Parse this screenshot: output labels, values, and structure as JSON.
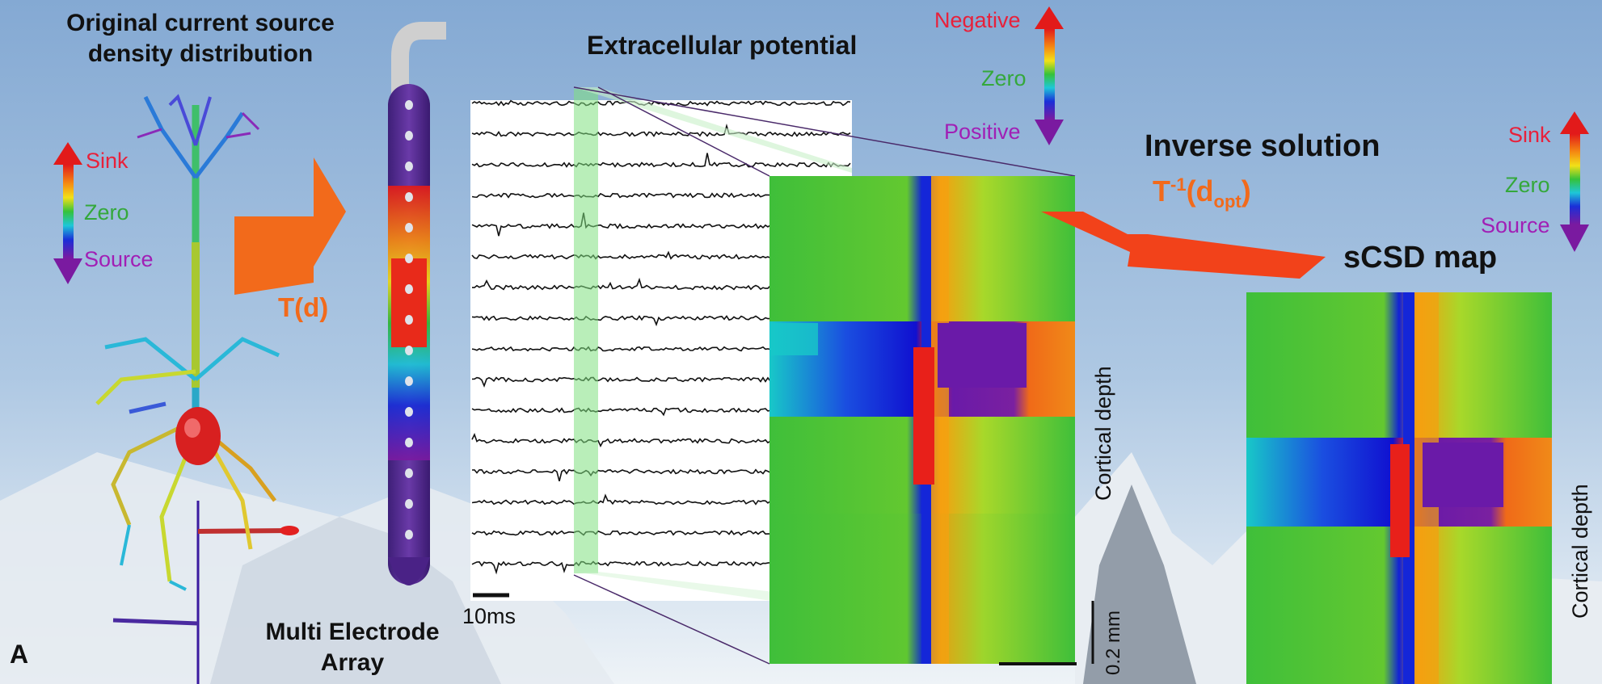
{
  "panel_letter": "A",
  "neuron": {
    "title_line1": "Original current source",
    "title_line2": "density distribution",
    "legend": {
      "top": "Sink",
      "middle": "Zero",
      "bottom": "Source"
    },
    "legend_colors": {
      "top": "#e8203a",
      "middle": "#34a83b",
      "bottom": "#a11fb5"
    }
  },
  "forward_arrow": {
    "label": "T(d)",
    "color": "#f26a1b"
  },
  "electrode": {
    "label_line1": "Multi Electrode",
    "label_line2": "Array"
  },
  "potential": {
    "title": "Extracellular potential",
    "legend": {
      "top": "Negative",
      "middle": "Zero",
      "bottom": "Positive"
    },
    "scalebar_time": "10ms",
    "depth_label": "Cortical depth",
    "scalebar_depth": "0.2 mm"
  },
  "inverse": {
    "title": "Inverse solution",
    "formula_main": "T",
    "formula_sup": "-1",
    "formula_paren_open": "(d",
    "formula_sub": "opt",
    "formula_paren_close": ")"
  },
  "scsd": {
    "title": "sCSD map",
    "legend": {
      "top": "Sink",
      "middle": "Zero",
      "bottom": "Source"
    },
    "depth_label": "Cortical depth"
  },
  "colors": {
    "accent_orange": "#f26a1b",
    "sky_top": "#8fb3d9",
    "sky_bottom": "#e8eef4"
  }
}
